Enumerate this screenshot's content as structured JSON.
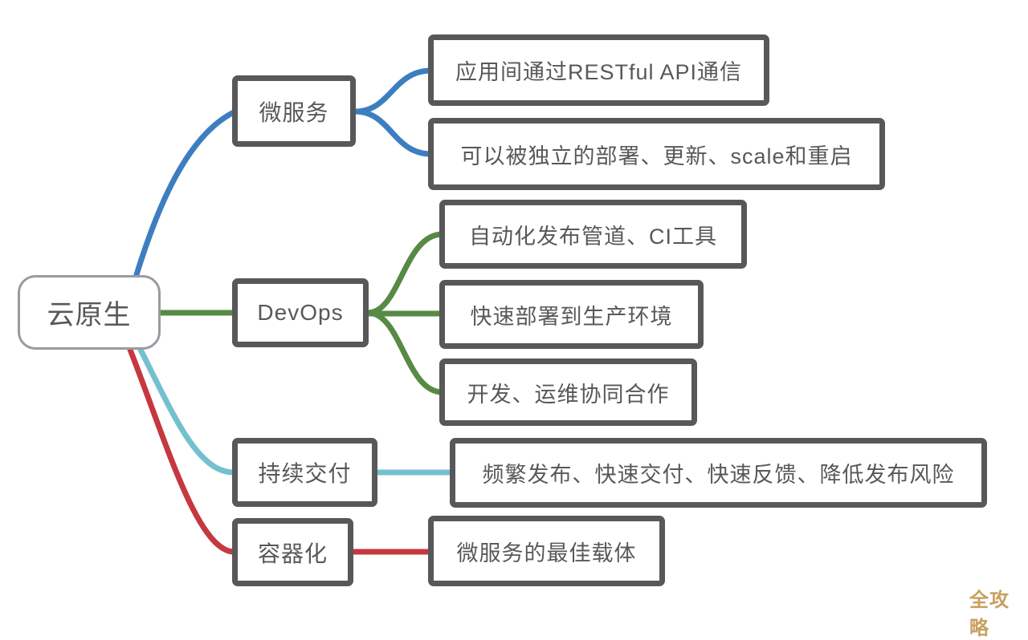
{
  "palette": {
    "blue": "#3d7ec1",
    "green": "#578a44",
    "cyan": "#74c0cf",
    "red": "#c5383f",
    "root_border": "#9a9aa2",
    "text": "#58585b",
    "watermark": "#c7a05e"
  },
  "mindmap": {
    "root": {
      "label": "云原生"
    },
    "branches": [
      {
        "label": "微服务",
        "color": "#3d7ec1",
        "children": [
          {
            "label": "应用间通过RESTful API通信"
          },
          {
            "label": "可以被独立的部署、更新、scale和重启"
          }
        ]
      },
      {
        "label": "DevOps",
        "color": "#578a44",
        "children": [
          {
            "label": "自动化发布管道、CI工具"
          },
          {
            "label": "快速部署到生产环境"
          },
          {
            "label": "开发、运维协同合作"
          }
        ]
      },
      {
        "label": "持续交付",
        "color": "#74c0cf",
        "children": [
          {
            "label": "频繁发布、快速交付、快速反馈、降低发布风险"
          }
        ]
      },
      {
        "label": "容器化",
        "color": "#c5383f",
        "children": [
          {
            "label": "微服务的最佳载体"
          }
        ]
      }
    ]
  },
  "watermark": {
    "text": "全攻略"
  }
}
